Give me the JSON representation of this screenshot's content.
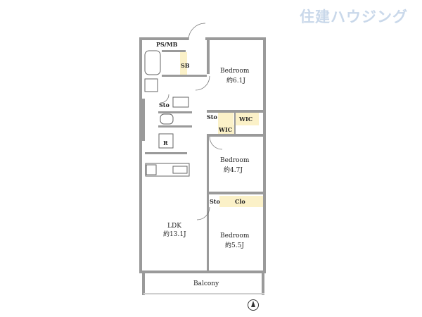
{
  "brand": {
    "logo_text": "住建ハウジング"
  },
  "rooms": {
    "ps_mb": "PS/MB",
    "sb": "SB",
    "sto_bath": "Sto",
    "bedroom1": {
      "name": "Bedroom",
      "size": "約6.1J"
    },
    "sto_hall": "Sto",
    "wic_upper": "WIC",
    "wic_lower": "WIC",
    "r": "R",
    "bedroom2": {
      "name": "Bedroom",
      "size": "約4.7J"
    },
    "sto_lower": "Sto",
    "clo": "Clo",
    "ldk": {
      "name": "LDK",
      "size": "約13.1J"
    },
    "bedroom3": {
      "name": "Bedroom",
      "size": "約5.5J"
    },
    "balcony": "Balcony"
  },
  "colors": {
    "wall": "#9a9a9a",
    "storage": "#fbf1c8",
    "background": "#ffffff",
    "logo": "#c9d8ea"
  },
  "compass": {
    "icon": "north-arrow-icon"
  }
}
